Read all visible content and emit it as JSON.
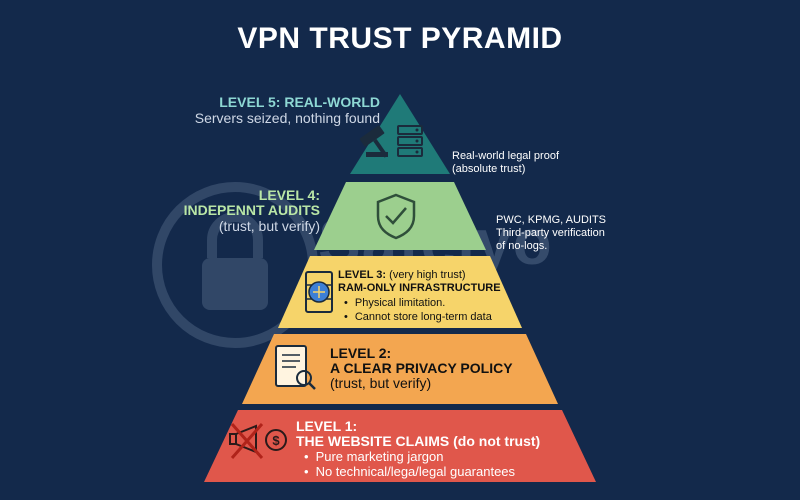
{
  "title": "VPN TRUST PYRAMID",
  "watermark": "Safelyo",
  "colors": {
    "background": "#13294b",
    "level5": "#1f7a78",
    "level4": "#9ccf8e",
    "level3": "#f6d46a",
    "level2": "#f3a650",
    "level1": "#e0574b",
    "level5_text": "#8ed8d4",
    "level4_text": "#b9e6a6",
    "level3_text": "#111111",
    "level2_text": "#111111",
    "level1_text": "#ffffff"
  },
  "levels": {
    "l5": {
      "heading": "LEVEL 5: REAL-WORLD",
      "sub": "Servers seized, nothing found",
      "side": [
        "Real-world legal proof",
        "(absolute trust)"
      ],
      "icon": "gavel-server-icon"
    },
    "l4": {
      "heading_1": "LEVEL 4:",
      "heading_2": "INDEPENNT AUDITS",
      "sub": "(trust, but verify)",
      "side": [
        "PWC, KPMG, AUDITS",
        "Third-party verification",
        "of no-logs."
      ],
      "icon": "shield-check-icon"
    },
    "l3": {
      "heading": "LEVEL 3:",
      "heading_note": " (very high trust)",
      "heading_2": "RAM-ONLY INFRASTRUCTURE",
      "bullets": [
        "Physical limitation.",
        "Cannot store long-term data"
      ],
      "icon": "brain-chip-icon"
    },
    "l2": {
      "heading_1": "LEVEL 2:",
      "heading_2": "A CLEAR PRIVACY POLICY",
      "sub": "(trust, but verify)",
      "icon": "document-magnifier-icon"
    },
    "l1": {
      "heading_1": "LEVEL 1:",
      "heading_2": "THE WEBSITE CLAIMS (do not trust)",
      "bullets": [
        "Pure marketing jargon",
        "No technical/lega/legal guarantees"
      ],
      "icon": "megaphone-dollar-crossed-icon"
    }
  }
}
